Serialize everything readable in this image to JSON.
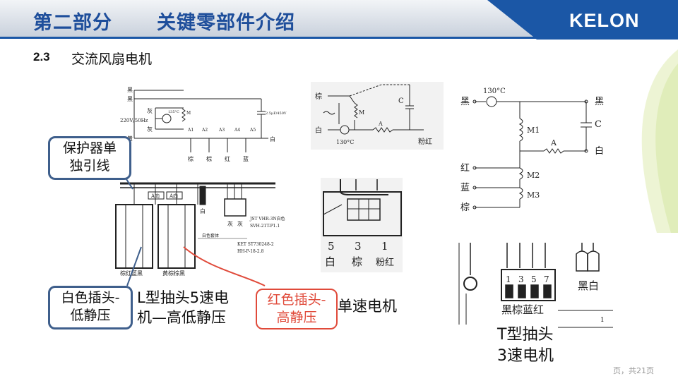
{
  "header": {
    "section": "第二部分",
    "subtitle": "关键零部件介绍",
    "logo": "KELON"
  },
  "subsection": {
    "number": "2.3",
    "title": "交流风扇电机"
  },
  "callouts": {
    "protector": [
      "保护器单",
      "独引线"
    ],
    "white_plug": [
      "白色插头-",
      "低静压"
    ],
    "red_plug": [
      "红色插头-",
      "高静压"
    ]
  },
  "captions": {
    "l_tap": [
      "L型抽头5速电",
      "机—高低静压"
    ],
    "single": "单速电机",
    "t_tap": [
      "T型抽头",
      "3速电机"
    ]
  },
  "schematic_five_speed": {
    "top_labels": [
      "黑",
      "黑",
      "灰",
      "灰",
      "黄"
    ],
    "supply": "220V/50Hz",
    "temp": "135°C",
    "motor": "M",
    "taps": [
      "A1",
      "A2",
      "A3",
      "A4",
      "A5"
    ],
    "cap": "2.5μF/450V",
    "white": "白",
    "bottom_labels": [
      "棕",
      "棕",
      "红",
      "蓝"
    ]
  },
  "connector_five_speed": {
    "mark_a": "A向",
    "white": "白",
    "jst": [
      "JST VHR-3N白色",
      "SVH-21T-P1.1"
    ],
    "ket": [
      "KET ST730248-2",
      "HH-P-18-2.8"
    ],
    "note": "白色套体",
    "grey": [
      "灰",
      "灰"
    ],
    "left_pins": "棕红蓝黑",
    "right_pins": "黄棕棕黑"
  },
  "schematic_single": {
    "brown": "棕",
    "white": "白",
    "motor": "M",
    "cap": "C",
    "aux": "A",
    "temp": "130°C",
    "pink": "粉红"
  },
  "connector_single": {
    "numbers": [
      "5",
      "3",
      "1"
    ],
    "colors": [
      "白",
      "棕",
      "粉红"
    ]
  },
  "schematic_three_speed": {
    "temp": "130°C",
    "left_labels": [
      "黑",
      "红",
      "蓝",
      "棕"
    ],
    "windings": [
      "M1",
      "M2",
      "M3"
    ],
    "aux": "A",
    "cap": "C",
    "right_labels": [
      "黑",
      "白"
    ]
  },
  "connector_three_speed": {
    "pins": [
      "1",
      "3",
      "5",
      "7"
    ],
    "pin_colors": "黑棕蓝红",
    "right_labels": "黑白",
    "page_mark": "1"
  },
  "footer": "页，共21页"
}
